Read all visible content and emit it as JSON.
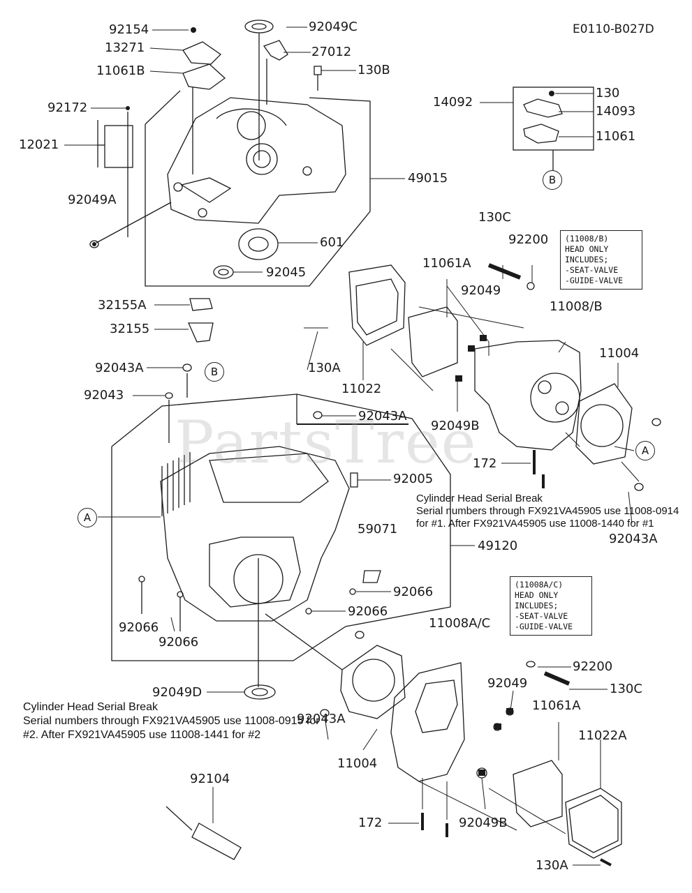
{
  "diagram_code": "E0110-B027D",
  "watermark": "PartsTree",
  "labels": {
    "l92154": "92154",
    "l92049C": "92049C",
    "l13271": "13271",
    "l27012": "27012",
    "l11061B": "11061B",
    "l130B": "130B",
    "l92172": "92172",
    "l12021": "12021",
    "l49015": "49015",
    "l92049A": "92049A",
    "l601": "601",
    "l92045": "92045",
    "l14092": "14092",
    "l130_top": "130",
    "l14093": "14093",
    "l11061_top": "11061",
    "l130C_top": "130C",
    "l92200_top": "92200",
    "l11061A_top": "11061A",
    "l92049_top": "92049",
    "l11008B": "11008/B",
    "l32155A": "32155A",
    "l32155": "32155",
    "l130A_top": "130A",
    "l11022": "11022",
    "l11004_top": "11004",
    "l92043A_1": "92043A",
    "l92043": "92043",
    "l92043A_2": "92043A",
    "l92049B_top": "92049B",
    "l172_top": "172",
    "l92005": "92005",
    "l92043A_3": "92043A",
    "l59071": "59071",
    "l49120": "49120",
    "l92066_1": "92066",
    "l92066_2": "92066",
    "l92066_3": "92066",
    "l92066_4": "92066",
    "l11008AC": "11008A/C",
    "l92200_bot": "92200",
    "l130C_bot": "130C",
    "l92049_bot": "92049",
    "l11061A_bot": "11061A",
    "l92049D": "92049D",
    "l92043A_4": "92043A",
    "l11004_bot": "11004",
    "l11022A": "11022A",
    "l92104": "92104",
    "l172_bot": "172",
    "l92049B_bot": "92049B",
    "l130A_bot": "130A"
  },
  "callouts": {
    "A": "A",
    "B": "B"
  },
  "boxes": {
    "head_b": [
      "(11008/B)",
      "HEAD ONLY",
      "INCLUDES;",
      "-SEAT-VALVE",
      "-GUIDE-VALVE"
    ],
    "head_ac": [
      "(11008A/C)",
      "HEAD ONLY",
      "INCLUDES;",
      "-SEAT-VALVE",
      "-GUIDE-VALVE"
    ]
  },
  "notes": {
    "serial_1": {
      "title": "Cylinder Head Serial Break",
      "line1": "Serial numbers through FX921VA45905 use 11008-0914",
      "line2": "for #1.  After FX921VA45905 use 11008-1440 for #1"
    },
    "serial_2": {
      "title": "Cylinder Head Serial Break",
      "line1": "Serial numbers through FX921VA45905 use 11008-0915 for",
      "line2": "#2.  After FX921VA45905 use 11008-1441 for #2"
    }
  },
  "colors": {
    "ink": "#1a1a1a",
    "paper": "#ffffff",
    "watermark": "#a0a0a0"
  }
}
